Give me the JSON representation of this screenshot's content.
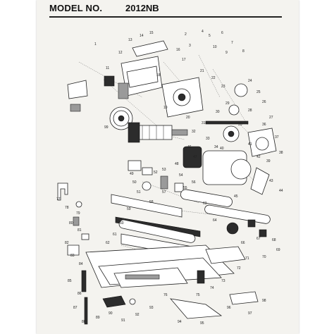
{
  "header": {
    "model_label": "MODEL NO.",
    "model_number": "2012NB"
  },
  "diagram": {
    "callouts": [
      "1",
      "2",
      "3",
      "4",
      "5",
      "6",
      "7",
      "8",
      "9",
      "10",
      "11",
      "12",
      "13",
      "14",
      "15",
      "16",
      "17",
      "18",
      "19",
      "20",
      "21",
      "22",
      "23",
      "24",
      "25",
      "26",
      "27",
      "28",
      "29",
      "30",
      "31",
      "32",
      "33",
      "34",
      "35",
      "36",
      "37",
      "38",
      "39",
      "40",
      "41",
      "42",
      "43",
      "44",
      "45",
      "46",
      "47",
      "48",
      "49",
      "50",
      "51",
      "52",
      "53",
      "54",
      "55",
      "56",
      "57",
      "58",
      "59",
      "60",
      "61",
      "62",
      "63",
      "64",
      "65",
      "66",
      "67",
      "68",
      "69",
      "70",
      "71",
      "72",
      "73",
      "74",
      "75",
      "76",
      "77",
      "78",
      "79",
      "80",
      "81",
      "82",
      "83",
      "84",
      "85",
      "86",
      "87",
      "88",
      "89",
      "90",
      "91",
      "92",
      "93",
      "94",
      "95",
      "96",
      "97",
      "98",
      "99"
    ]
  }
}
